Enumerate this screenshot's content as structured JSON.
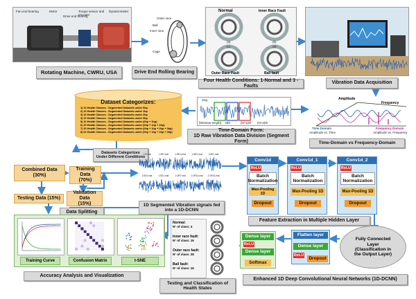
{
  "top_row": {
    "machine_photo": {
      "labels": [
        "Fan end bearing",
        "Motor",
        "Drive end bearing",
        "Torque sensor and encoder",
        "Dynamometer"
      ]
    },
    "bearing_diagram": {
      "labels": [
        "Outer race",
        "Ball",
        "Inner race",
        "Cage"
      ]
    },
    "health_photo": {
      "labels": [
        "Normal",
        "Inner Race Fault",
        "Outer Race Fault",
        "Ball fault"
      ],
      "small_tags": [
        "(a)",
        "(b)",
        "(c)",
        "(d)"
      ]
    },
    "captions": {
      "rotating_machine": "Rotating Machine, CWRU, USA",
      "drive_end": "Drive End Rolling Bearing",
      "four_conditions": "Four Health Conditions: 1-Normal and 3 -Faults",
      "acquisition": "Vibration Data Acquisition"
    }
  },
  "dataset": {
    "title": "Dataset Categorizes:",
    "items": [
      "1) 10 Health Classes - Segmented Datasets under 0hp",
      "2) 10 Health Classes - Segmented Datasets under 1hp",
      "3) 10 Health Classes - Segmented Datasets under 2hp",
      "4) 10 Health Classes - Segmented Datasets under 3hp",
      "5) 10 Health Classes - Segmented Datasets under (0hp + 1hp)",
      "6) 20 Health Classes - Segmented Datasets under (0hp + 1hp + 2hp)",
      "7) 30 Health Classes - Segmented Datasets under (0hp + 1hp + 2hp + 3hp)",
      "8) 64 Health Classes - Segmented Datasets under (0hp + 1hp + 2hp + 3hp)"
    ]
  },
  "time_domain": {
    "caption": "Time-Domain Form:\n1D Raw Vibration Data Division (Segment Form)",
    "window_label": "[Window length]",
    "seg_label": "Seg",
    "point_labels": [
      "Nth",
      "(N+1)th",
      "(N+2)th"
    ]
  },
  "freq_domain": {
    "caption": "Time-Domain vs Frequency-Domain",
    "amplitude": "Amplitude",
    "frequency": "Frequency",
    "time_domain": "Time Domain",
    "amp_vs_time": "Amplitude vs. Time",
    "freq_domain": "Frequency Domain",
    "amp_vs_freq": "Amplitude vs. Frequency"
  },
  "splitting": {
    "categorize": "Datasets Categorizes\nUnder Different Conditions",
    "combined": "Combined Data\n(30%)",
    "training": "Training Data\n(70%)",
    "validation": "Validation Data\n(15%)",
    "testing": "Testing Data (15%)",
    "caption": "Data Splitting"
  },
  "segments_caption": "1D Segmented Vibration signals fed\ninto a 1D-DCNN",
  "segment_titles": [
    "1:0T.hal",
    "1:IR7.mat",
    "1:IR14.mat",
    "1:IR21.mat",
    "1:B07.mat",
    "1:B14.mat",
    "1:B21.mat",
    "1:OR7.mat",
    "1:OR14.mat",
    "1:OR21.mat"
  ],
  "hidden": {
    "caption": "Feature Extraction in Multiple Hidden Layer",
    "layers": [
      {
        "conv": "Conv1d",
        "relu": "ReLU",
        "norm": "Batch\nNormalization",
        "pool": "Max-Pooling 1D",
        "drop": "Dropout"
      },
      {
        "conv": "Conv1d_1",
        "relu": "ReLU",
        "norm": "Batch\nNormalization",
        "pool": "Max-Pooling 1D",
        "drop": "Dropout"
      },
      {
        "conv": "Conv1d_2",
        "relu": "ReLU",
        "norm": "Batch\nNormalization",
        "pool": "Max-Pooling 1D",
        "drop": "Dropout"
      }
    ]
  },
  "output": {
    "dense1": "Dense layer",
    "relu1": "ReLU",
    "dense2": "Dense layer",
    "softmax": "Softmax",
    "flatten": "Flatten layer",
    "dense3": "Dense layer",
    "relu2": "ReLU",
    "dropout": "Dropout",
    "fully_connected": "Fully Connected\nLayer\n(Classification in\nthe Output Layer)",
    "caption": "Enhanced 1D Deep Convolutional Neural Networks (1D-DCNN)"
  },
  "classes": {
    "items": [
      {
        "name": "Normal:",
        "count": "N° of class: 4"
      },
      {
        "name": "Inner race fault:",
        "count": "N° of class: 16"
      },
      {
        "name": "Outer race fault:",
        "count": "N° of class: 28"
      },
      {
        "name": "Ball fault:",
        "count": "N° of class: 16"
      }
    ],
    "caption": "Testing and Classification of\nHealth States"
  },
  "accuracy": {
    "training_curve": "Training Curve",
    "confusion": "Confusion Matrix",
    "tsne": "t-SNE",
    "caption": "Accuracy Analysis and Visualization"
  },
  "colors": {
    "arrow": "#3f86c9",
    "signal": "#1e5fae",
    "orange": "#f6d59a",
    "conv": "#2b6fb5",
    "relu": "#e8302b",
    "pool": "#f6c35a",
    "dropout": "#f39a2e",
    "dense": "#3aa83a"
  }
}
